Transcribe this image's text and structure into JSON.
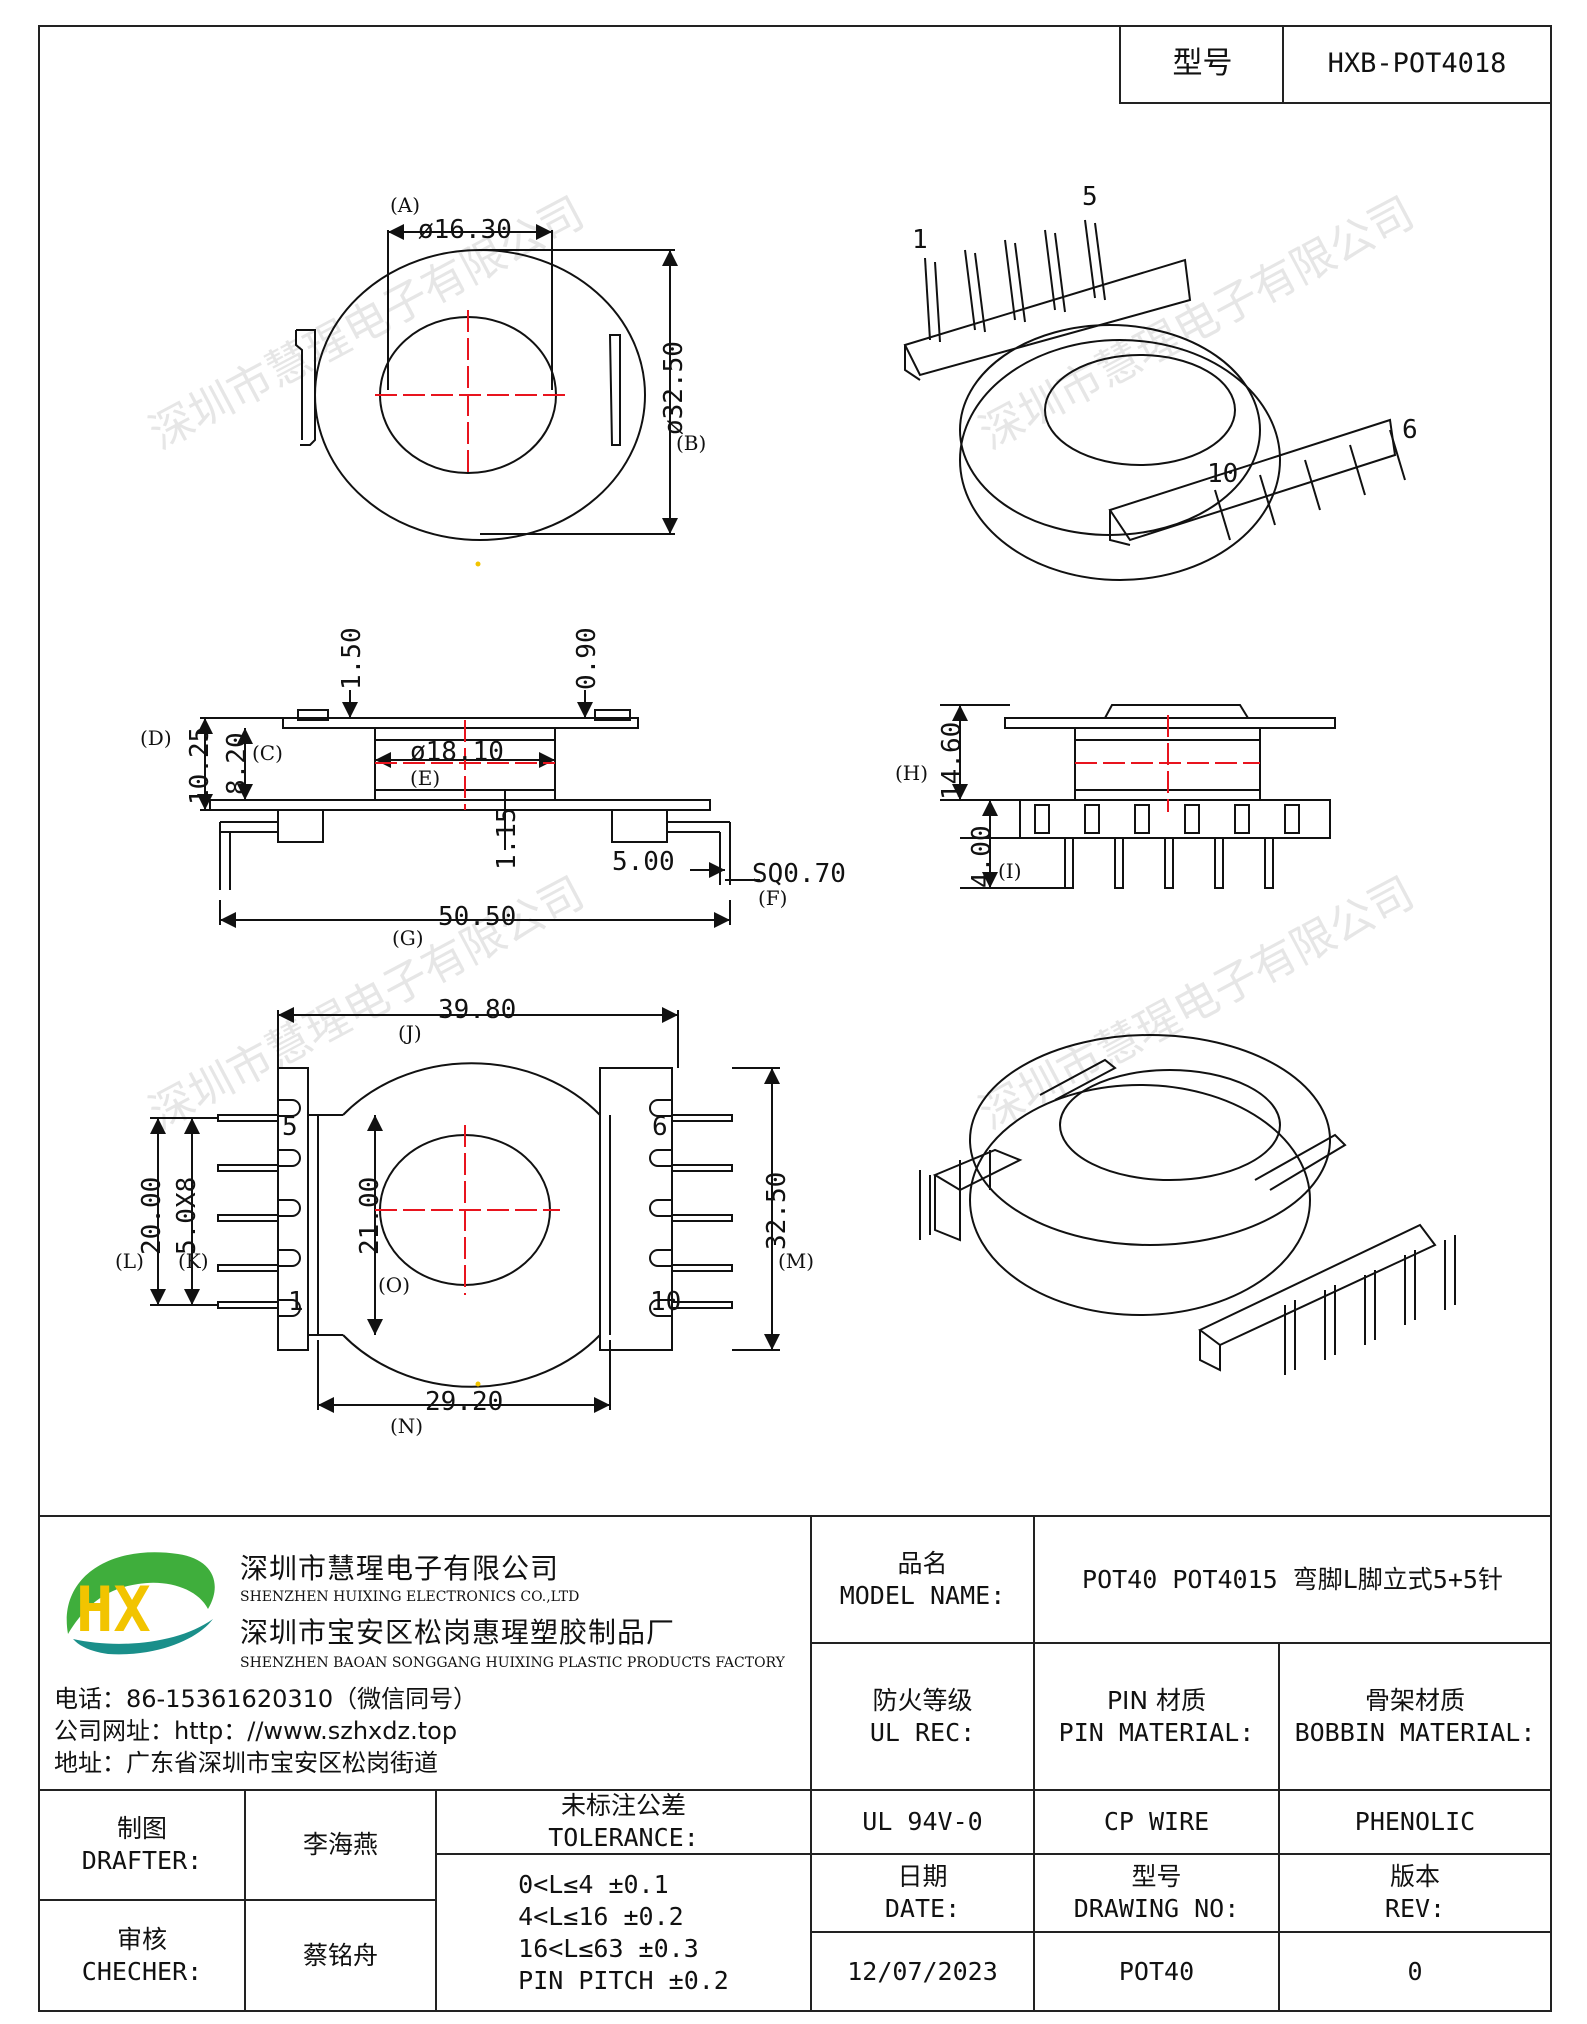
{
  "title_block": {
    "model_label": "型号",
    "model_value": "HXB-POT4018"
  },
  "views": {
    "top": {
      "label_a": "(A)",
      "dim_a": "ø16.30",
      "label_b": "(B)",
      "dim_b": "ø32.50"
    },
    "iso_top": {
      "pin_1": "1",
      "pin_5": "5",
      "pin_6": "6",
      "pin_10": "10"
    },
    "side": {
      "dim_150": "1.50",
      "dim_090": "0.90",
      "label_d": "(D)",
      "dim_d": "10.25",
      "label_c": "(C)",
      "dim_c": "8.20",
      "dim_e": "ø18.10",
      "label_e": "(E)",
      "dim_115": "1.15",
      "dim_500": "5.00",
      "dim_f": "SQ0.70",
      "label_f": "(F)",
      "dim_g": "50.50",
      "label_g": "(G)"
    },
    "front": {
      "label_h": "(H)",
      "dim_h": "14.60",
      "dim_i": "4.00",
      "label_i": "(I)"
    },
    "bottom": {
      "dim_j": "39.80",
      "label_j": "(J)",
      "label_l": "(L)",
      "dim_l": "20.00",
      "dim_k": "5.0X8",
      "label_k": "(K)",
      "dim_o": "21.00",
      "label_o": "(O)",
      "dim_m": "32.50",
      "label_m": "(M)",
      "dim_n": "29.20",
      "label_n": "(N)",
      "pin_5": "5",
      "pin_1": "1",
      "pin_6": "6",
      "pin_10": "10"
    }
  },
  "watermark": "深圳市慧瑆电子有限公司",
  "company": {
    "logo_letters": "HX",
    "name_cn": "深圳市慧瑆电子有限公司",
    "name_en": "SHENZHEN HUIXING ELECTRONICS CO.,LTD",
    "factory_cn": "深圳市宝安区松岗惠瑆塑胶制品厂",
    "factory_en": "SHENZHEN BAOAN SONGGANG HUIXING PLASTIC PRODUCTS FACTORY",
    "phone": "电话：86-15361620310（微信同号）",
    "website": "公司网址：http：//www.szhxdz.top",
    "address": "地址：广东省深圳市宝安区松岗街道"
  },
  "table": {
    "model_name_cn": "品名",
    "model_name_en": "MODEL NAME:",
    "model_name_value": "POT40 POT4015 弯脚L脚立式5+5针",
    "ul_cn": "防火等级",
    "ul_en": "UL REC:",
    "pin_cn": "PIN 材质",
    "pin_en": "PIN MATERIAL:",
    "bobbin_cn": "骨架材质",
    "bobbin_en": "BOBBIN MATERIAL:",
    "ul_value": "UL 94V-0",
    "pin_value": "CP WIRE",
    "bobbin_value": "PHENOLIC",
    "drafter_cn": "制图",
    "drafter_en": "DRAFTER:",
    "drafter_name": "李海燕",
    "tol_cn": "未标注公差",
    "tol_en": "TOLERANCE:",
    "tol_lines": [
      "0<L≤4  ±0.1",
      "4<L≤16 ±0.2",
      "16<L≤63 ±0.3",
      "PIN PITCH ±0.2"
    ],
    "checker_cn": "审核",
    "checker_en": "CHECHER:",
    "checker_name": "蔡铭舟",
    "date_cn": "日期",
    "date_en": "DATE:",
    "date_value": "12/07/2023",
    "drawing_cn": "型号",
    "drawing_en": "DRAWING NO:",
    "drawing_value": "POT40",
    "rev_cn": "版本",
    "rev_en": "REV:",
    "rev_value": "0"
  },
  "colors": {
    "line": "#111111",
    "center_line": "#e8141e",
    "logo_green": "#3fae3c",
    "logo_yellow": "#f2c400",
    "logo_teal": "#1a8f8a"
  }
}
